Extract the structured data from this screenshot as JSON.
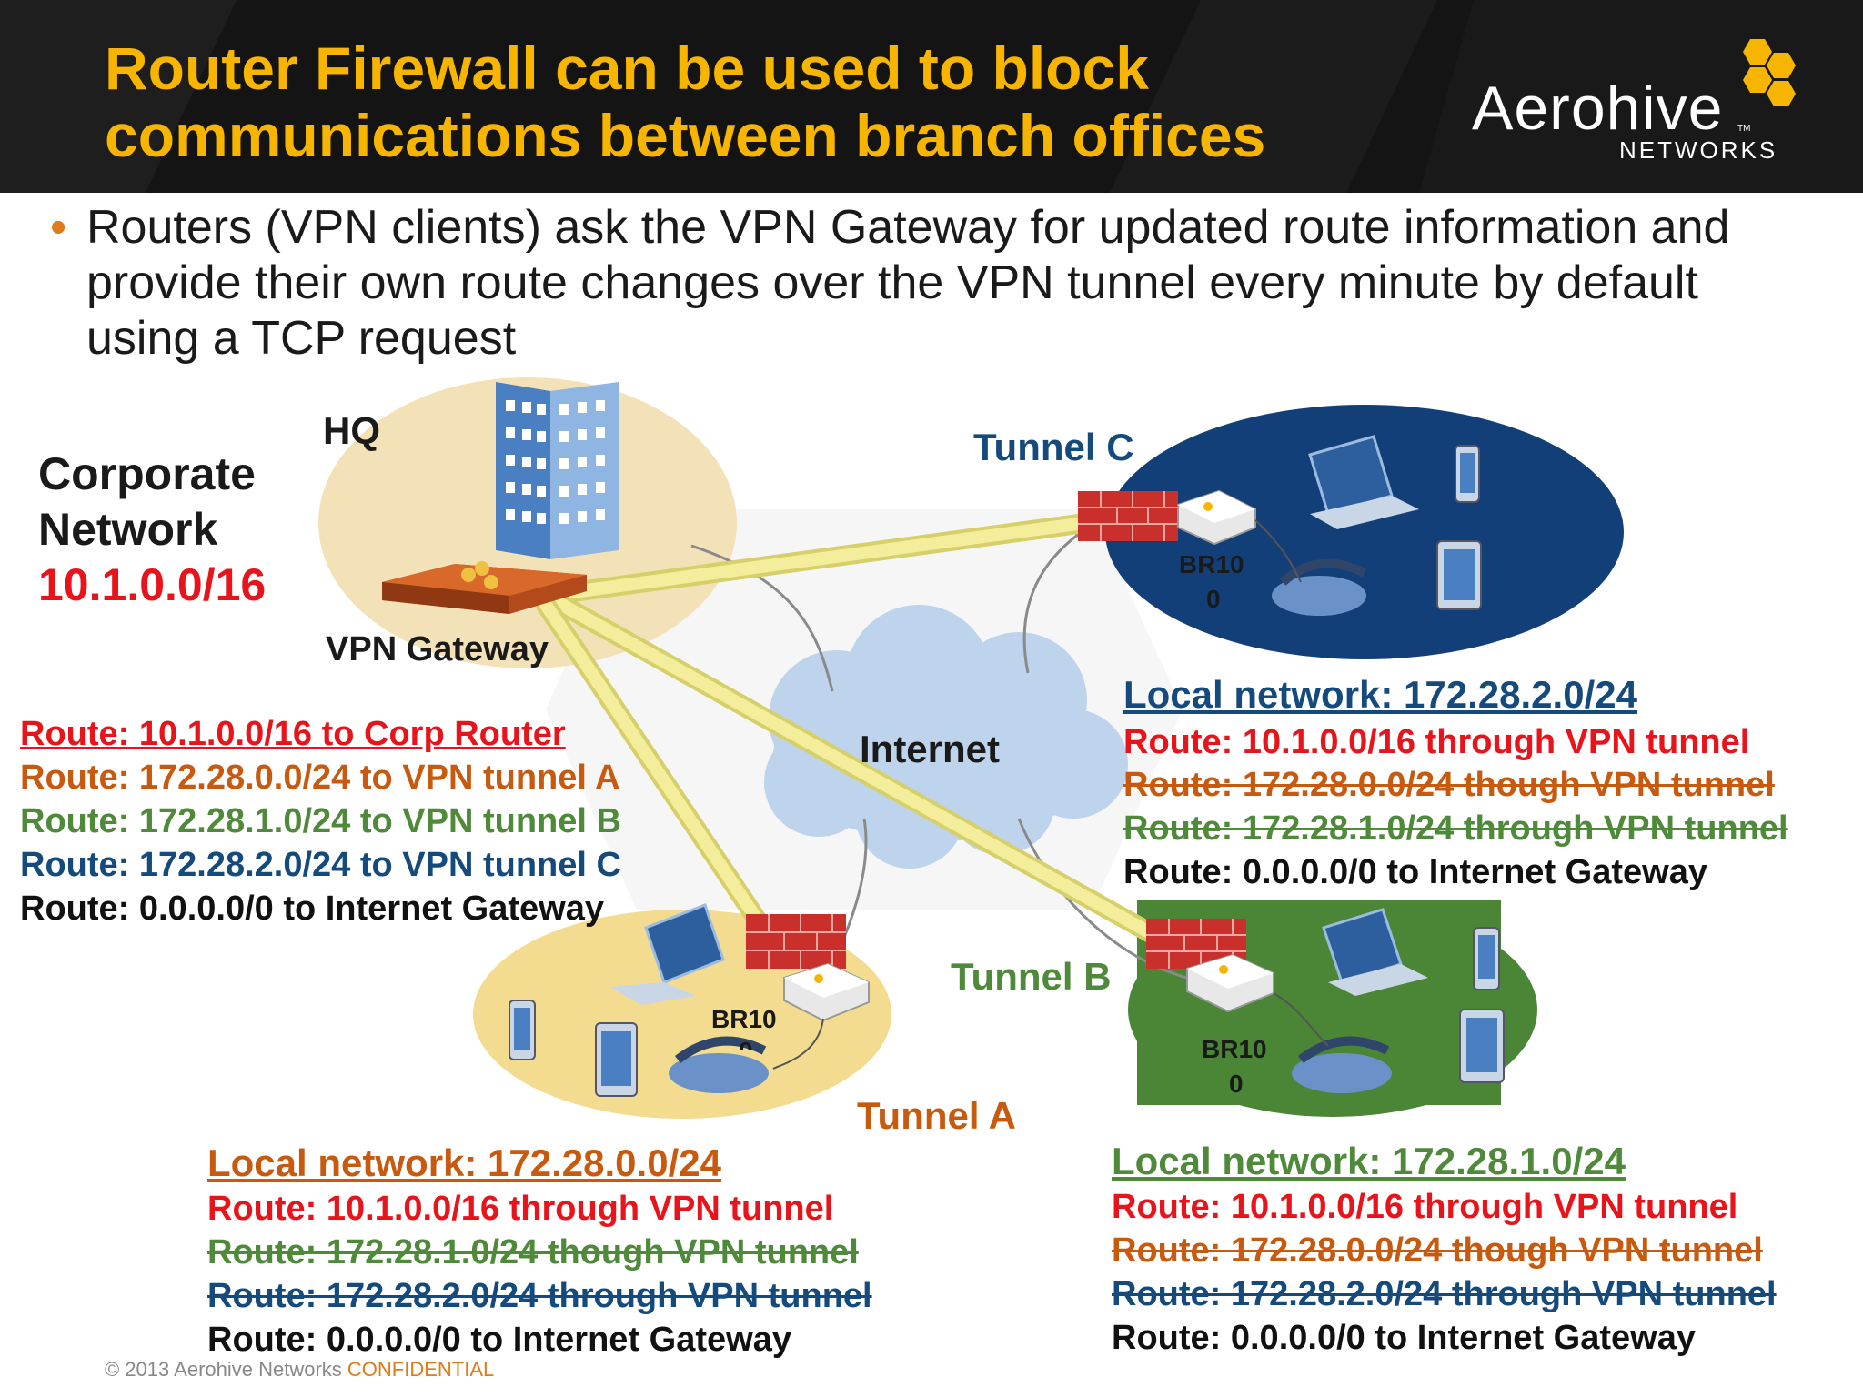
{
  "header": {
    "title_line1": "Router Firewall can be used to block",
    "title_line2": "communications between branch offices",
    "logo_word": "Aerohive",
    "logo_tm": "TM",
    "logo_sub": "NETWORKS"
  },
  "bullet": {
    "text": "Routers (VPN clients) ask the VPN Gateway for updated route information and provide their own route changes over the VPN tunnel every minute by default using a TCP request"
  },
  "hq": {
    "hq_label": "HQ",
    "corp_line1": "Corporate",
    "corp_line2": "Network",
    "corp_subnet": "10.1.0.0/16",
    "gateway_label": "VPN Gateway",
    "routes": [
      "Route: 10.1.0.0/16 to Corp Router",
      "Route: 172.28.0.0/24 to VPN tunnel A",
      "Route: 172.28.1.0/24 to VPN tunnel B",
      "Route: 172.28.2.0/24 to VPN tunnel C",
      "Route: 0.0.0.0/0 to Internet Gateway"
    ]
  },
  "internet_label": "Internet",
  "tunnels": {
    "a": "Tunnel A",
    "b": "Tunnel B",
    "c": "Tunnel C"
  },
  "router_labels": {
    "a_line1": "BR10",
    "a_line2": "0",
    "b_line1": "BR10",
    "b_line2": "0",
    "c_line1": "BR10",
    "c_line2": "0"
  },
  "branch_c": {
    "local": "Local network: 172.28.2.0/24",
    "routes": [
      "Route: 10.1.0.0/16 through VPN tunnel",
      "Route: 172.28.0.0/24 though VPN tunnel",
      "Route: 172.28.1.0/24 through VPN tunnel",
      "Route: 0.0.0.0/0 to Internet Gateway"
    ]
  },
  "branch_a": {
    "local": "Local network: 172.28.0.0/24",
    "routes": [
      "Route: 10.1.0.0/16 through VPN tunnel",
      "Route: 172.28.1.0/24 though VPN tunnel",
      "Route: 172.28.2.0/24 through VPN tunnel",
      "Route: 0.0.0.0/0 to Internet Gateway"
    ]
  },
  "branch_b": {
    "local": "Local network: 172.28.1.0/24",
    "routes": [
      "Route: 10.1.0.0/16 through VPN tunnel",
      "Route: 172.28.0.0/24 though VPN tunnel",
      "Route: 172.28.2.0/24 through VPN tunnel",
      "Route: 0.0.0.0/0 to Internet Gateway"
    ]
  },
  "footer": {
    "copyright": "© 2013 Aerohive Networks",
    "confidential": "CONFIDENTIAL"
  },
  "colors": {
    "title": "#f7b500",
    "red": "#e8141b",
    "orange": "#c85a10",
    "green": "#4f8a3a",
    "blue": "#154a7c",
    "branch_c_fill": "#123f78",
    "branch_b_fill": "#4a8636",
    "hq_fill": "#f3e2b8",
    "branch_a_fill": "#f3dc90",
    "tunnel": "#f4ee9c"
  }
}
